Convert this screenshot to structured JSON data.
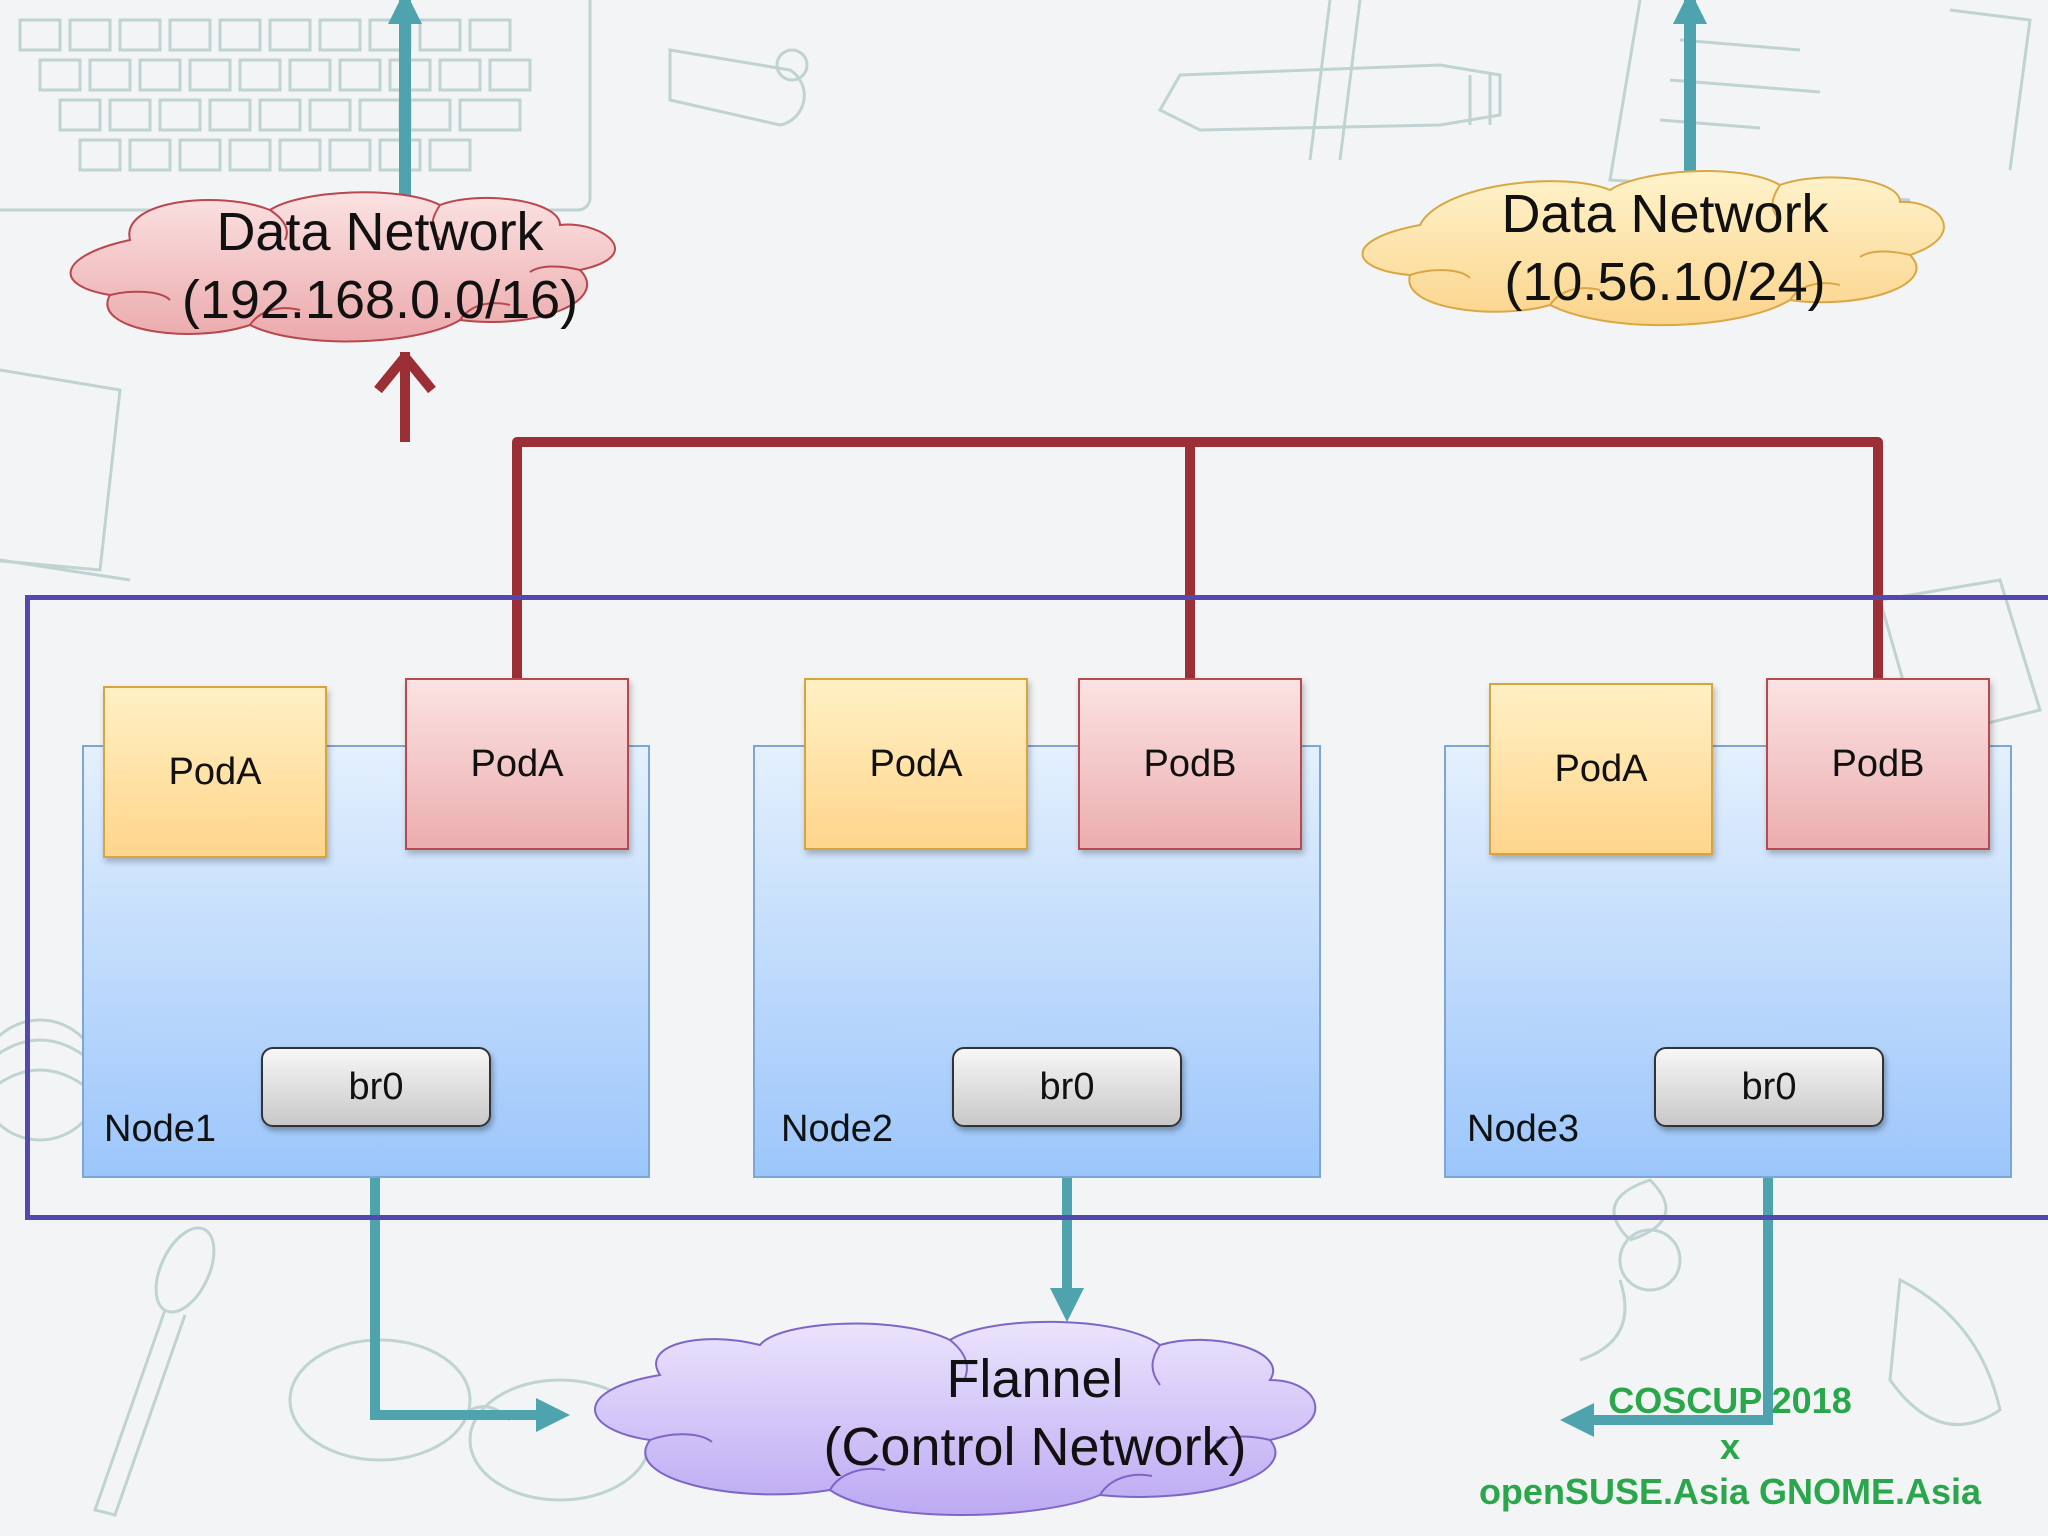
{
  "clouds": {
    "data_network_1": {
      "title": "Data Network",
      "subnet": "(192.168.0.0/16)"
    },
    "data_network_2": {
      "title": "Data Network",
      "subnet": "(10.56.10/24)"
    },
    "flannel": {
      "title": "Flannel",
      "subtitle": "(Control Network)"
    }
  },
  "nodes": [
    {
      "label": "Node1",
      "pods": [
        "PodA",
        "PodA"
      ],
      "bridge": "br0"
    },
    {
      "label": "Node2",
      "pods": [
        "PodA",
        "PodB"
      ],
      "bridge": "br0"
    },
    {
      "label": "Node3",
      "pods": [
        "PodA",
        "PodB"
      ],
      "bridge": "br0"
    }
  ],
  "branding": {
    "line1": "COSCUP 2018",
    "line2": "x",
    "line3": "openSUSE.Asia GNOME.Asia"
  },
  "colors": {
    "data_link": "#9b2f35",
    "control_link": "#4ea3ae",
    "frame": "#5347b0",
    "pod_yellow": "#ffd58c",
    "pod_red": "#ecadaf",
    "flannel_cloud": "#cbbdf5",
    "data_cloud_1": "#f3c1c3",
    "data_cloud_2": "#fde2a6",
    "branding_text": "#2aa64b"
  }
}
